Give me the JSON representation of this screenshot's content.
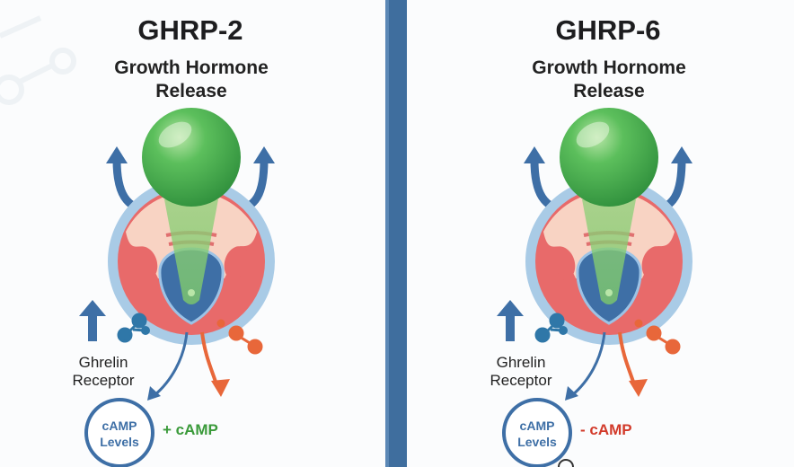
{
  "panels": [
    {
      "title": "GHRP-2",
      "subtitle_line1": "Growth Hormone",
      "subtitle_line2": "Release",
      "receptor_line1": "Ghrelin",
      "receptor_line2": "Receptor",
      "camp_line1": "cAMP",
      "camp_line2": "Levels",
      "camp_effect": "+ cAMP",
      "effect_color": "#3a9a3a"
    },
    {
      "title": "GHRP-6",
      "subtitle_line1": "Growth Hornome",
      "subtitle_line2": "Release",
      "receptor_line1": "Ghrelin",
      "receptor_line2": "Receptor",
      "camp_line1": "cAMP",
      "camp_line2": "Levels",
      "camp_effect": "- cAMP",
      "effect_color": "#d23a2a"
    }
  ],
  "colors": {
    "divider": "#3f6e9e",
    "cell_border": "#a9cbe6",
    "cell": "#e86a6a",
    "nucleus": "#3e6fa6",
    "hormone": "#4caf50",
    "arrow_blue": "#3e6fa6",
    "arrow_orange": "#e8673a"
  }
}
